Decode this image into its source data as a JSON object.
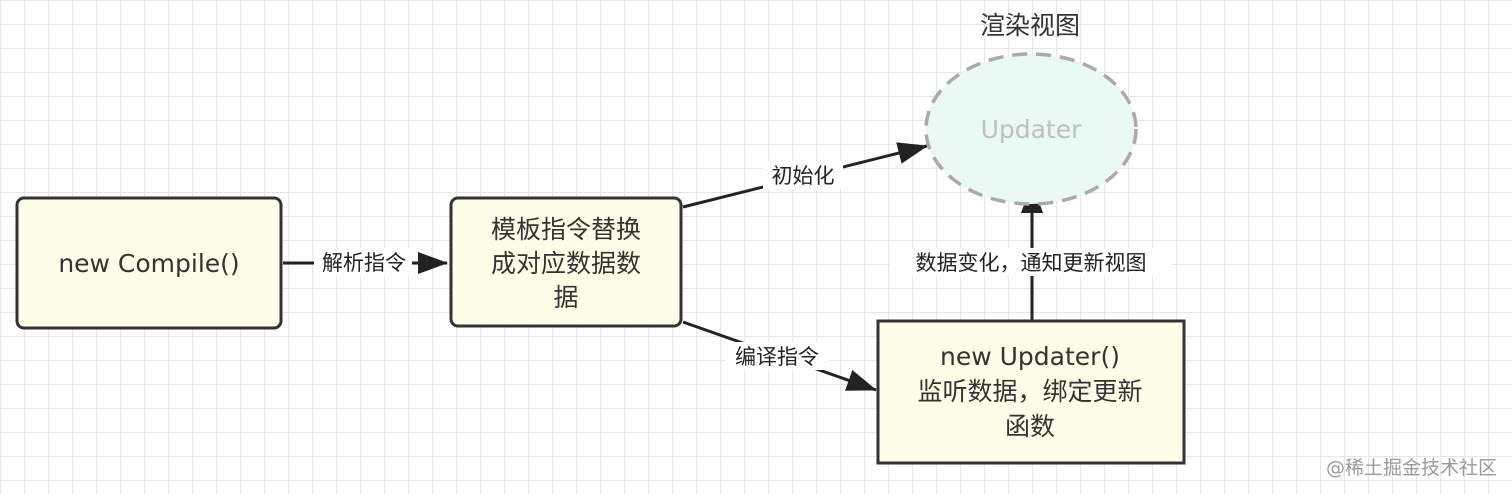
{
  "colors": {
    "node_fill": "#fdfde8",
    "node_stroke": "#333333",
    "ellipse_fill": "#e8faf3",
    "ellipse_stroke": "#aaaaaa",
    "edge": "#333333"
  },
  "nodes": {
    "compile": {
      "label": "new Compile()"
    },
    "replace": {
      "lines": [
        "模板指令替换",
        "成对应数据数",
        "据"
      ]
    },
    "updater_view": {
      "label": "Updater",
      "caption": "渲染视图"
    },
    "updater_box": {
      "lines": [
        "new Updater()",
        "监听数据，绑定更新",
        "函数"
      ]
    }
  },
  "edges": {
    "parse": {
      "label": "解析指令"
    },
    "init": {
      "label": "初始化"
    },
    "compile_directive": {
      "label": "编译指令"
    },
    "notify": {
      "label": "数据变化，通知更新视图"
    }
  },
  "watermark": "@稀土掘金技术社区"
}
